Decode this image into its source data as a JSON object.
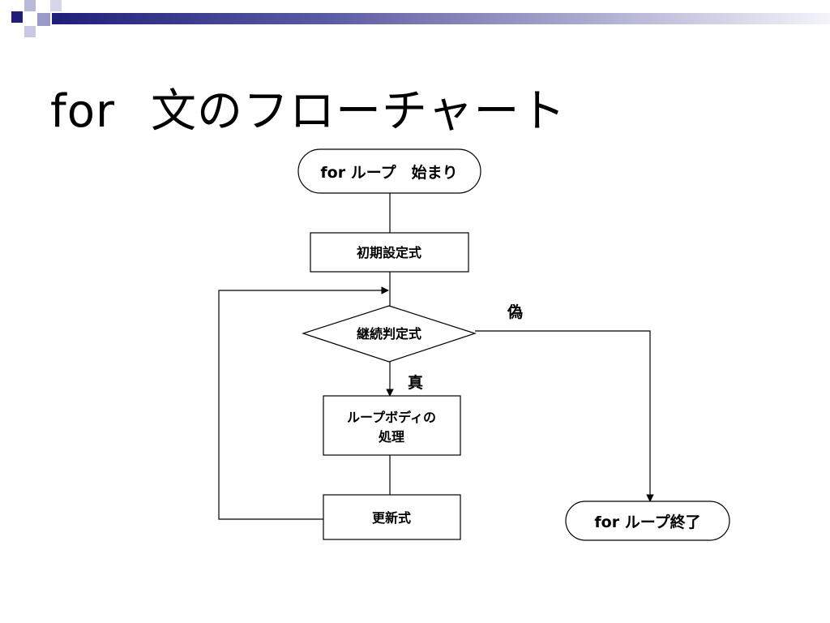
{
  "slide": {
    "title_keyword": "for",
    "title_rest": "文のフローチャート"
  },
  "colors": {
    "banner_dark": "#1f1f7a",
    "banner_mid": "#8c8cc0",
    "banner_light": "#d6d6ea",
    "line": "#000000"
  },
  "flowchart": {
    "start": "for ループ　始まり",
    "init": "初期設定式",
    "condition": "継続判定式",
    "false_label": "偽",
    "true_label": "真",
    "body_line1": "ループボディの",
    "body_line2": "処理",
    "update": "更新式",
    "end": "for ループ終了"
  }
}
